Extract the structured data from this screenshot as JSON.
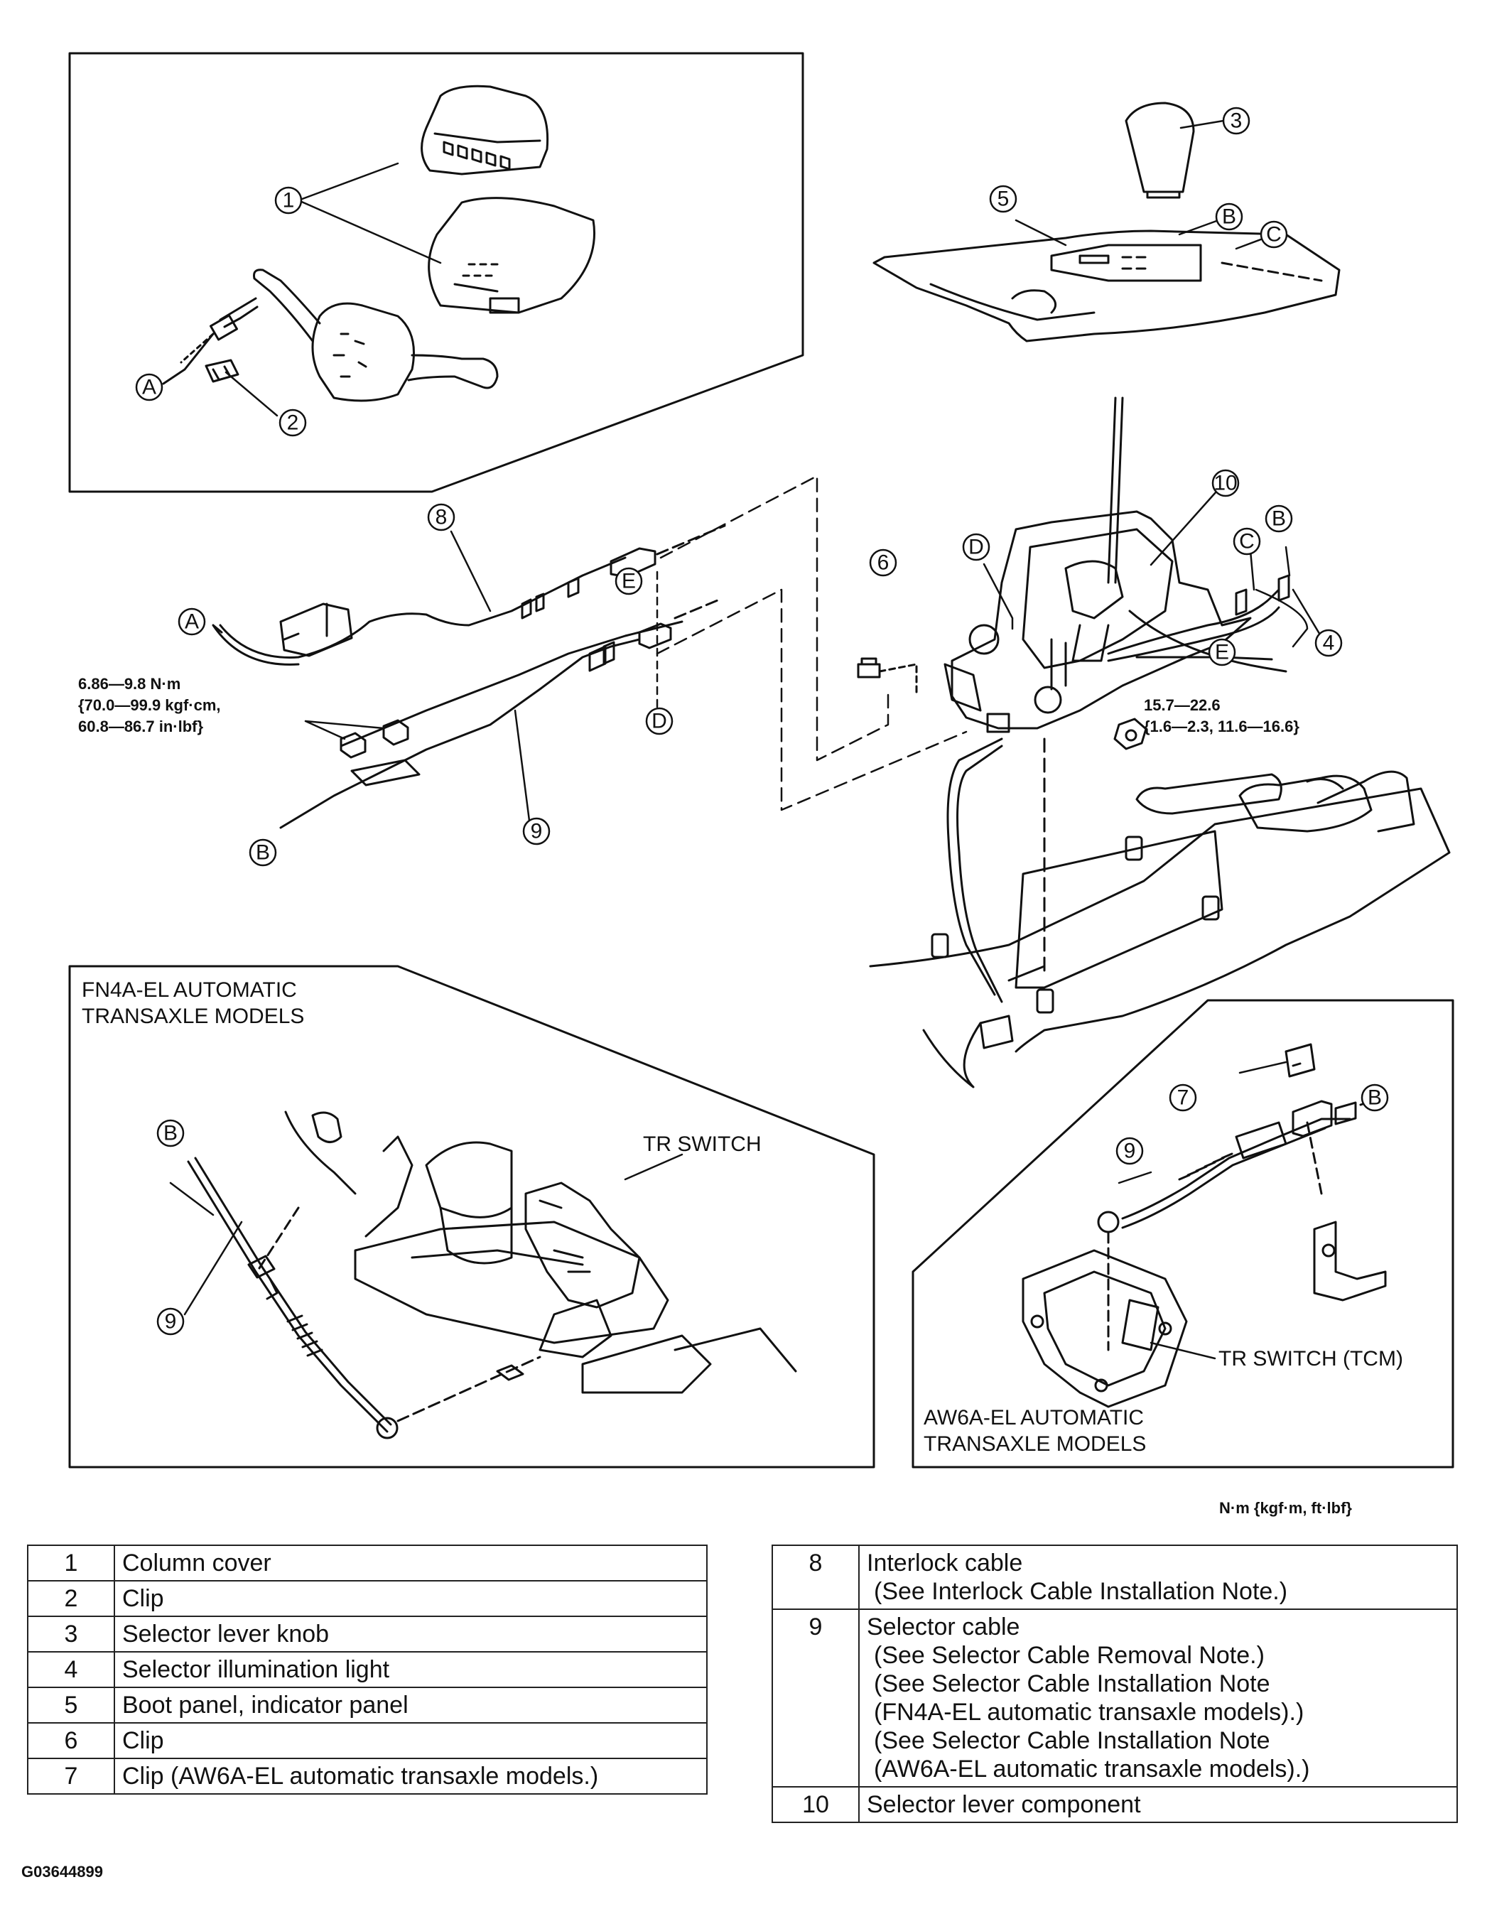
{
  "callouts": {
    "n1": "1",
    "n2": "2",
    "n3": "3",
    "n4": "4",
    "n5": "5",
    "n6": "6",
    "n7": "7",
    "n8": "8",
    "n9": "9",
    "n10": "10",
    "A": "A",
    "B": "B",
    "C": "C",
    "D": "D",
    "E": "E"
  },
  "torque_left": {
    "line1": "6.86—9.8 N·m",
    "line2": "{70.0—99.9 kgf·cm,",
    "line3": "60.8—86.7 in·lbf}"
  },
  "torque_right": {
    "line1": "15.7—22.6",
    "line2": "{1.6—2.3, 11.6—16.6}"
  },
  "fn4a_title": {
    "line1": "FN4A-EL  AUTOMATIC",
    "line2": "TRANSAXLE MODELS"
  },
  "aw6a_title": {
    "line1": "AW6A-EL  AUTOMATIC",
    "line2": "TRANSAXLE MODELS"
  },
  "tr_switch_label": "TR SWITCH",
  "tr_switch_tcm_label": "TR SWITCH (TCM)",
  "unit_note": "N·m {kgf·m, ft·lbf}",
  "figure_code": "G03644899",
  "parts_left": [
    {
      "num": "1",
      "name": "Column cover"
    },
    {
      "num": "2",
      "name": "Clip"
    },
    {
      "num": "3",
      "name": "Selector lever knob"
    },
    {
      "num": "4",
      "name": "Selector illumination light"
    },
    {
      "num": "5",
      "name": "Boot panel, indicator panel"
    },
    {
      "num": "6",
      "name": "Clip"
    },
    {
      "num": "7",
      "name": "Clip (AW6A-EL automatic transaxle models.)"
    }
  ],
  "parts_right": [
    {
      "num": "8",
      "name": "Interlock cable",
      "notes": [
        "(See Interlock Cable Installation Note.)"
      ]
    },
    {
      "num": "9",
      "name": "Selector cable",
      "notes": [
        "(See Selector Cable Removal Note.)",
        "(See Selector Cable Installation Note",
        "(FN4A-EL automatic transaxle models).)",
        "(See Selector Cable Installation Note",
        "(AW6A-EL automatic transaxle models).)"
      ]
    },
    {
      "num": "10",
      "name": "Selector lever component",
      "notes": []
    }
  ]
}
